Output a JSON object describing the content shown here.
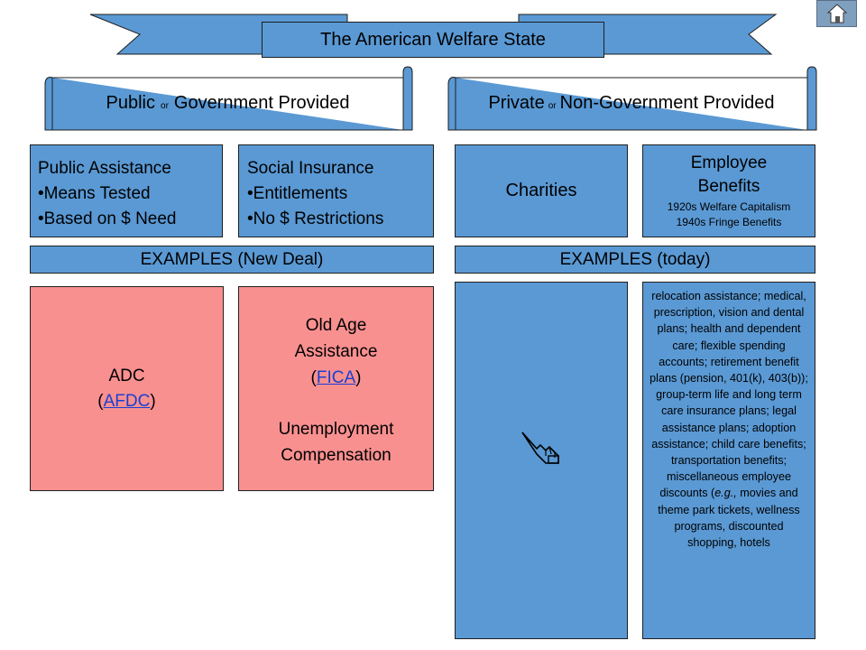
{
  "title": "The American Welfare State",
  "home_icon": "home-icon",
  "public_banner": {
    "main": "Public",
    "or": "or",
    "rest": "Government Provided"
  },
  "private_banner": {
    "main": "Private",
    "or": "or",
    "rest": "Non-Government Provided"
  },
  "public_assistance": {
    "heading": "Public Assistance",
    "bullets": [
      "Means Tested",
      "Based on $ Need"
    ]
  },
  "social_insurance": {
    "heading": "Social Insurance",
    "bullets": [
      "Entitlements",
      "No $ Restrictions"
    ]
  },
  "charities": {
    "label": "Charities"
  },
  "employee_benefits": {
    "heading_line1": "Employee",
    "heading_line2": "Benefits",
    "line1": "1920s Welfare Capitalism",
    "line2": "1940s Fringe Benefits"
  },
  "examples_new_deal": "EXAMPLES (New Deal)",
  "examples_today": "EXAMPLES (today)",
  "adc": {
    "line1": "ADC",
    "open": "(",
    "link": "AFDC",
    "close": ")"
  },
  "old_age": {
    "line1": "Old Age",
    "line2": "Assistance",
    "open": "(",
    "link": "FICA",
    "close": ")",
    "line4": "Unemployment",
    "line5": "Compensation"
  },
  "pointer_icon": "pointing-hand-icon",
  "benefits_list": {
    "before_eg": "relocation assistance; medical, prescription, vision and dental plans; health and dependent care; flexible spending accounts; retirement benefit plans (pension, 401(k), 403(b)); group-term life and long term care insurance plans; legal assistance plans; adoption assistance; child care benefits; transportation benefits; miscellaneous employee discounts (",
    "eg": "e.g.,",
    "after_eg": " movies and theme park tickets, wellness programs, discounted shopping, hotels"
  }
}
